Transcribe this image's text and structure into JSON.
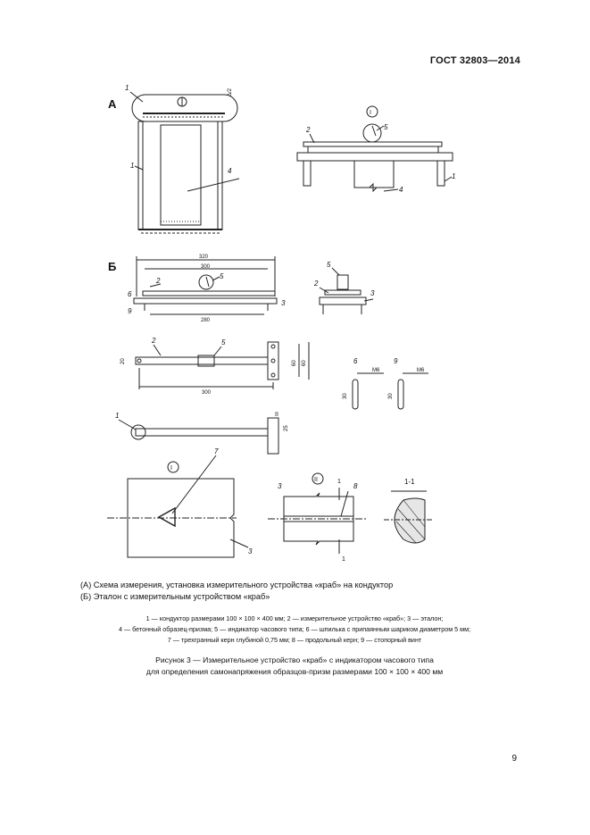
{
  "header": {
    "standard": "ГОСТ 32803—2014"
  },
  "figure": {
    "view_a": "А",
    "view_b": "Б",
    "labels": {
      "n1": "1",
      "n2": "2",
      "n3": "3",
      "n4": "4",
      "n5": "5",
      "n6": "6",
      "n7": "7",
      "n8": "8",
      "n9": "9",
      "detail_1": "I",
      "detail_2": "II",
      "section": "1-1"
    },
    "dims": {
      "d320": "320",
      "d300": "300",
      "d280": "280",
      "d300b": "300",
      "d20": "20",
      "d60a": "60",
      "d60b": "60",
      "dM6a": "M6",
      "dM6b": "M6",
      "d30a": "30",
      "d30b": "30",
      "d25": "25",
      "d2": "Δ/2"
    }
  },
  "legend": {
    "line_a": "(А) Схема измерения, установка измерительного устройства «краб» на кондуктор",
    "line_b": "(Б) Эталон с измерительным устройством «краб»"
  },
  "notes": [
    "1 — кондуктор размерами 100 × 100 × 400 мм; 2 — измерительное устройство «краб»; 3 — эталон;",
    "4 — бетонный образец-призма; 5 — индикатор часового типа; 6 — шпилька с припаянным шариком диаметром 5 мм;",
    "7 — трехгранный керн глубиной 0,75 мм; 8 — продольный керн; 9 — стопорный винт"
  ],
  "caption": {
    "line1": "Рисунок 3 — Измерительное устройство «краб» с индикатором часового типа",
    "line2": "для определения самонапряжения образцов-призм размерами 100 × 100 × 400 мм"
  },
  "page_number": "9"
}
